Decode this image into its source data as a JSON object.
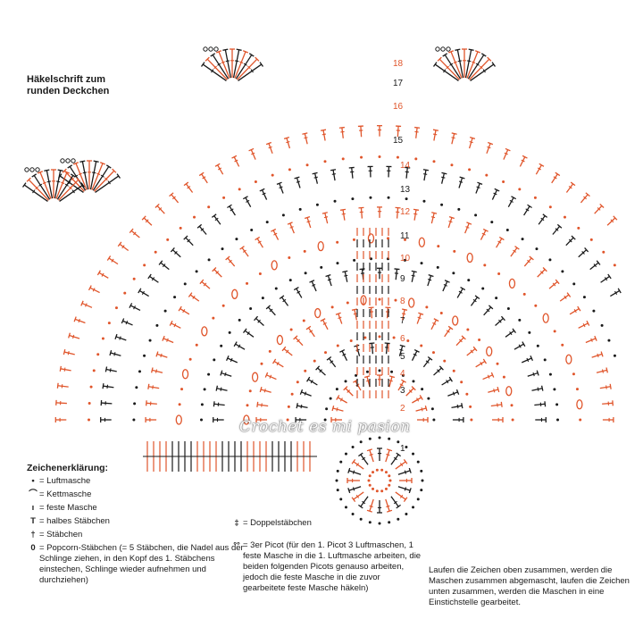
{
  "title_line1": "Häkelschrift zum",
  "title_line2": "runden Deckchen",
  "round_numbers": [
    "1",
    "2",
    "3",
    "4",
    "5",
    "6",
    "7",
    "8",
    "9",
    "10",
    "11",
    "12",
    "13",
    "14",
    "15",
    "16",
    "17",
    "18"
  ],
  "watermark": "Crochet es mi pasion",
  "legend": {
    "heading": "Zeichenerklärung:",
    "items": [
      {
        "symbol": "•",
        "text": "= Luftmasche"
      },
      {
        "symbol": "⌒",
        "text": "= Kettmasche"
      },
      {
        "symbol": "ı",
        "text": "= feste Masche"
      },
      {
        "symbol": "T",
        "text": "= halbes Stäbchen"
      },
      {
        "symbol": "†",
        "text": "= Stäbchen"
      },
      {
        "symbol": "0",
        "text": "= Popcorn-Stäbchen (= 5 Stäbchen, die Nadel aus der Schlinge ziehen, in den Kopf des 1. Stäbchens einstechen, Schlinge wieder aufnehmen und durchziehen)"
      }
    ],
    "items2": [
      {
        "symbol": "‡",
        "text": "= Doppelstäbchen"
      },
      {
        "symbol": "°°",
        "text": "= 3er Picot (für den 1. Picot 3 Luftmaschen, 1 feste Masche in die 1. Luftmasche arbeiten, die beiden folgenden Picots genauso arbeiten, jedoch die feste Masche in die zuvor gearbeitete feste Masche häkeln)"
      }
    ],
    "note": "Laufen die Zeichen oben zusammen, werden die Maschen zusammen abgemascht, laufen die Zeichen unten zusammen, werden die Maschen in eine Einstichstelle gearbeitet."
  },
  "colors": {
    "black": "#1a1a1a",
    "orange": "#e0552b"
  }
}
